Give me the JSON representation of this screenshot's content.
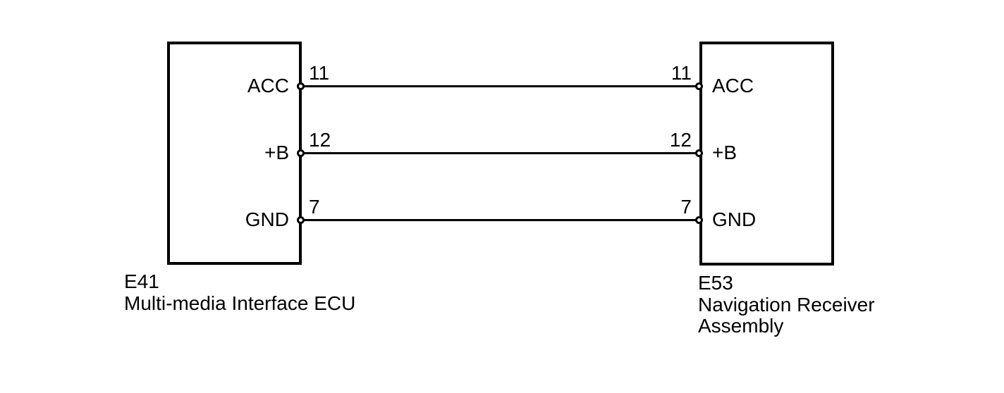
{
  "diagram": {
    "type": "wiring-connector-diagram",
    "background_color": "#ffffff",
    "line_color": "#000000",
    "pin_marker": "open-circle-terminal-icon",
    "left_connector": {
      "code": "E41",
      "name": "Multi-media Interface ECU",
      "side": "left",
      "pins": [
        {
          "label": "ACC",
          "number": "11"
        },
        {
          "label": "+B",
          "number": "12"
        },
        {
          "label": "GND",
          "number": "7"
        }
      ]
    },
    "right_connector": {
      "code": "E53",
      "name": "Navigation Receiver Assembly",
      "side": "right",
      "pins": [
        {
          "label": "ACC",
          "number": "11"
        },
        {
          "label": "+B",
          "number": "12"
        },
        {
          "label": "GND",
          "number": "7"
        }
      ]
    },
    "wires": [
      {
        "signal": "ACC",
        "from": "E41 pin 11",
        "to": "E53 pin 11"
      },
      {
        "signal": "+B",
        "from": "E41 pin 12",
        "to": "E53 pin 12"
      },
      {
        "signal": "GND",
        "from": "E41 pin 7",
        "to": "E53 pin 7"
      }
    ]
  }
}
